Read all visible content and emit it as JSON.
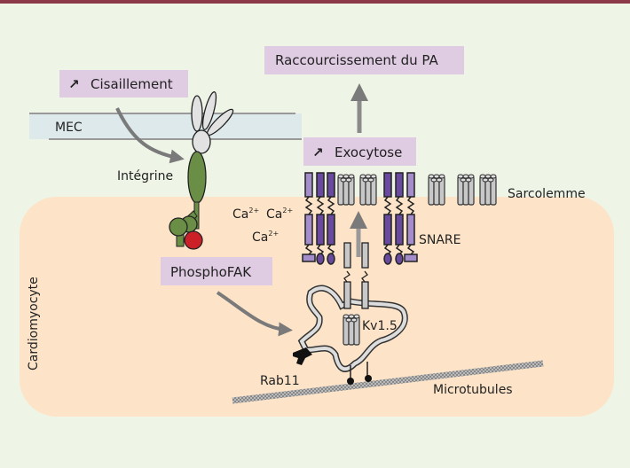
{
  "labels": {
    "cisaillement": "Cisaillement",
    "raccourcissement": "Raccourcissement du PA",
    "mec": "MEC",
    "integrine": "Intégrine",
    "exocytose": "Exocytose",
    "sarcolemme": "Sarcolemme",
    "snare": "SNARE",
    "phosphofak": "PhosphoFAK",
    "kv15": "Kv1.5",
    "rab11": "Rab11",
    "microtubules": "Microtubules",
    "cardiomyocyte": "Cardiomyocyte",
    "ca": "Ca",
    "ca_charge": "2+",
    "increase_arrow": "↗"
  },
  "colors": {
    "top_bar": "#8c3a4a",
    "background": "#eef5e6",
    "cell": "#fde4c8",
    "label_box": "#dfcbe2",
    "mec_band": "#dde9ea",
    "integrin_green": "#6a8e45",
    "fak_red": "#cc2029",
    "snare_purple": "#6a4a9e",
    "snare_light": "#a58ccb",
    "channel_gray": "#c8c8c8",
    "arrow_gray": "#7a7a7a"
  }
}
